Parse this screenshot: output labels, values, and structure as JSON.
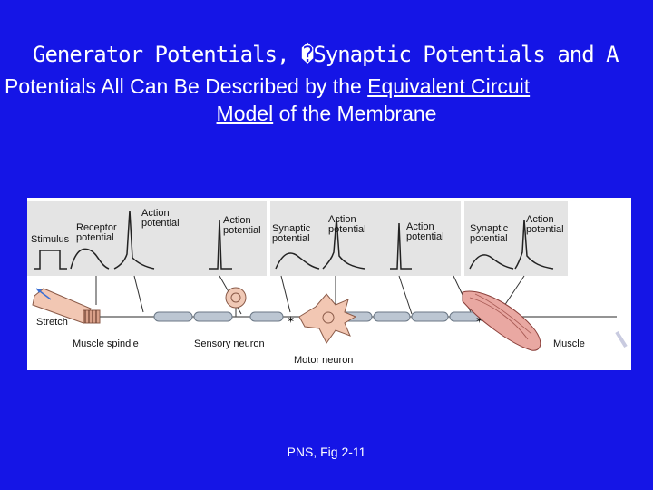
{
  "title": {
    "line1": "Generator Potentials, �Synaptic Potentials and A",
    "line2_before": "Potentials All Can Be Described by the ",
    "line2_link": "Equivalent Circuit",
    "line3_link": "Model",
    "line3_after": " of the Membrane"
  },
  "figure": {
    "labels": {
      "stimulus": "Stimulus",
      "receptor_potential": [
        "Receptor",
        "potential"
      ],
      "action_potential_1": [
        "Action",
        "potential"
      ],
      "action_potential_2": [
        "Action",
        "potential"
      ],
      "synaptic_potential_1": [
        "Synaptic",
        "potential"
      ],
      "action_potential_3": [
        "Action",
        "potential"
      ],
      "action_potential_4": [
        "Action",
        "potential"
      ],
      "synaptic_potential_2": [
        "Synaptic",
        "potential"
      ],
      "action_potential_5": [
        "Action",
        "potential"
      ],
      "stretch": "Stretch",
      "muscle_spindle": "Muscle spindle",
      "sensory_neuron": "Sensory neuron",
      "motor_neuron": "Motor neuron",
      "muscle": "Muscle"
    }
  },
  "caption": "PNS, Fig 2-11",
  "colors": {
    "background": "#1515e6",
    "panel": "#e4e4e4",
    "text": "#ffffff"
  }
}
